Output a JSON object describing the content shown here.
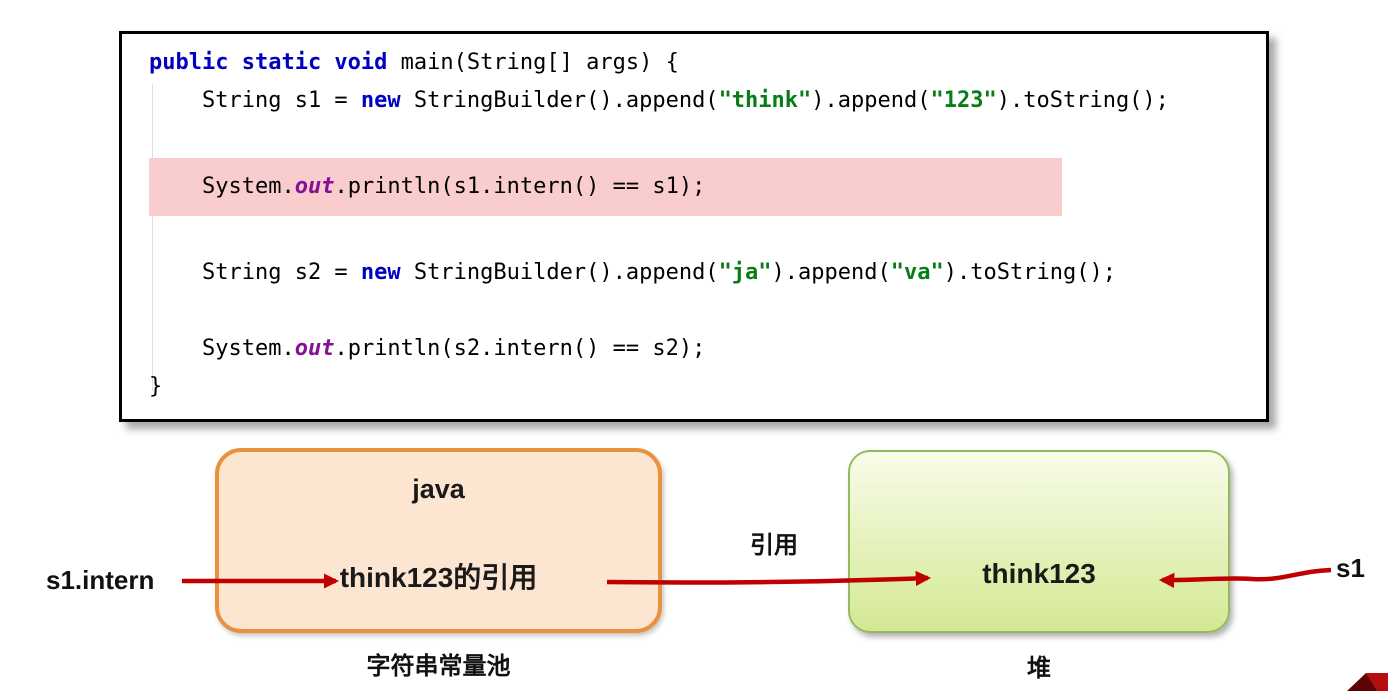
{
  "colors": {
    "kw": "#0000c2",
    "str": "#067d17",
    "fld": "#871094",
    "code_text": "#000000",
    "code_border": "#000000",
    "highlight": "#f9cdcd",
    "pool_bg": "#fce6d2",
    "pool_border": "#e8923e",
    "heap_bg_top": "#f8fcea",
    "heap_bg_bottom": "#d4e993",
    "heap_border": "#94ba5d",
    "arrow": "#c00000",
    "ribbon": "#b50d10",
    "ribbon_fold": "#5c0305"
  },
  "code_panel": {
    "lines": [
      {
        "highlight": false,
        "segments": [
          {
            "t": "public static void",
            "c": "kw"
          },
          {
            "t": " main(String[] args) {",
            "c": ""
          }
        ]
      },
      {
        "highlight": false,
        "segments": [
          {
            "t": "    String s1 = ",
            "c": ""
          },
          {
            "t": "new",
            "c": "kw"
          },
          {
            "t": " StringBuilder().append(",
            "c": ""
          },
          {
            "t": "\"think\"",
            "c": "str"
          },
          {
            "t": ").append(",
            "c": ""
          },
          {
            "t": "\"123\"",
            "c": "str"
          },
          {
            "t": ").toString();",
            "c": ""
          }
        ]
      },
      {
        "highlight": false,
        "segments": []
      },
      {
        "highlight": true,
        "segments": [
          {
            "t": "    System.",
            "c": ""
          },
          {
            "t": "out",
            "c": "fld"
          },
          {
            "t": ".println(s1.intern() == s1);",
            "c": ""
          }
        ]
      },
      {
        "highlight": false,
        "segments": []
      },
      {
        "highlight": false,
        "segments": [
          {
            "t": "    String s2 = ",
            "c": ""
          },
          {
            "t": "new",
            "c": "kw"
          },
          {
            "t": " StringBuilder().append(",
            "c": ""
          },
          {
            "t": "\"ja\"",
            "c": "str"
          },
          {
            "t": ").append(",
            "c": ""
          },
          {
            "t": "\"va\"",
            "c": "str"
          },
          {
            "t": ").toString();",
            "c": ""
          }
        ]
      },
      {
        "highlight": false,
        "segments": []
      },
      {
        "highlight": false,
        "segments": [
          {
            "t": "    System.",
            "c": ""
          },
          {
            "t": "out",
            "c": "fld"
          },
          {
            "t": ".println(s2.intern() == s2);",
            "c": ""
          }
        ]
      },
      {
        "highlight": false,
        "segments": [
          {
            "t": "}",
            "c": ""
          }
        ]
      }
    ]
  },
  "diagram": {
    "pool_box": {
      "title": "java",
      "value": "think123的引用",
      "caption": "字符串常量池"
    },
    "heap_box": {
      "value": "think123",
      "caption": "堆"
    },
    "left_label": "s1.intern",
    "reference_label": "引用",
    "right_label": "s1"
  }
}
